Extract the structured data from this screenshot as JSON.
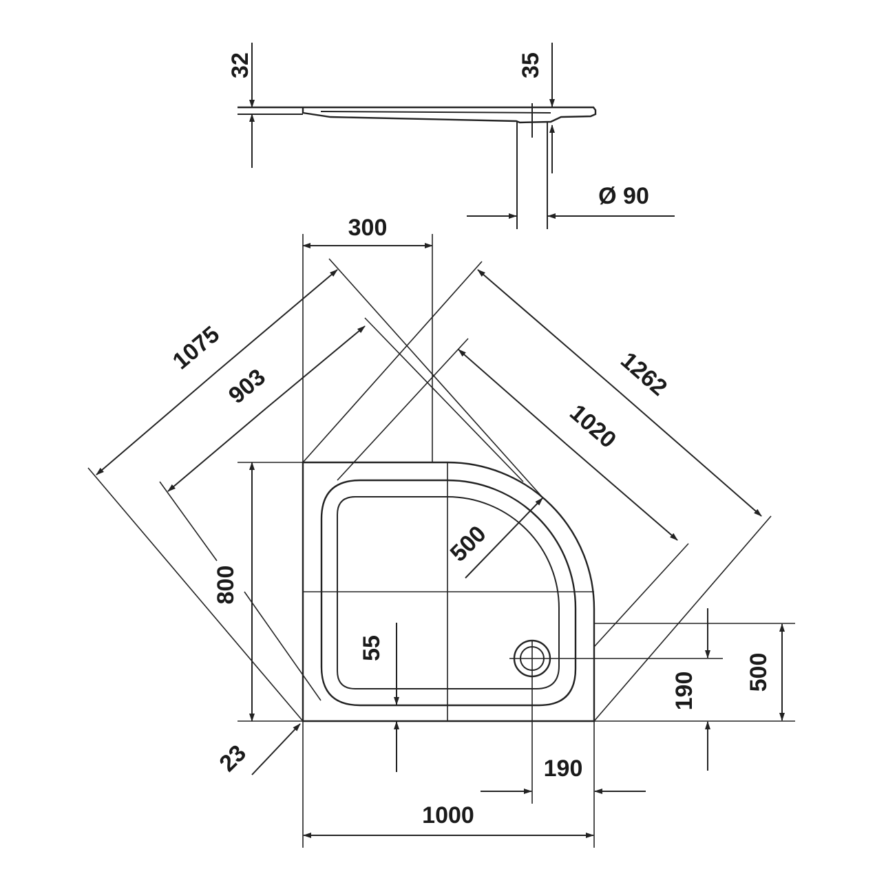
{
  "drawing": {
    "colors": {
      "line": "#222222",
      "text": "#1a1a1a",
      "background": "#ffffff"
    },
    "labels": {
      "rim_height": "32",
      "drain_height": "35",
      "drain_diameter": "Ø 90",
      "top_offset": "300",
      "diagonal_outer": "1075",
      "diagonal_inner": "903",
      "diagonal_right_outer": "1262",
      "diagonal_right_inner": "1020",
      "radius": "500",
      "depth": "800",
      "rim_inset": "55",
      "corner_offset": "23",
      "drain_x": "190",
      "drain_y": "190",
      "side_width": "500",
      "width": "1000"
    }
  }
}
